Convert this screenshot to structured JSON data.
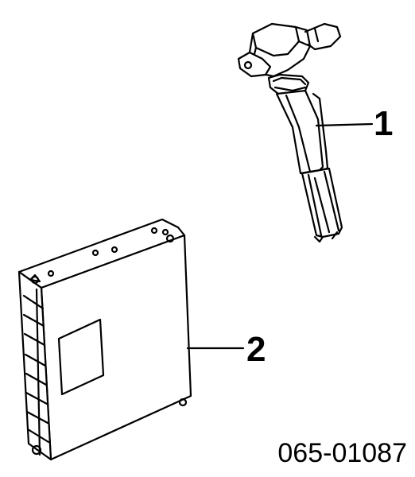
{
  "callouts": [
    {
      "id": "1",
      "label": "1"
    },
    {
      "id": "2",
      "label": "2"
    }
  ],
  "part_number": "065-01087",
  "parts": [
    {
      "callout": "1",
      "icon": "ignition-coil"
    },
    {
      "callout": "2",
      "icon": "engine-control-module"
    }
  ],
  "line_color": "#000000",
  "background_color": "#ffffff"
}
